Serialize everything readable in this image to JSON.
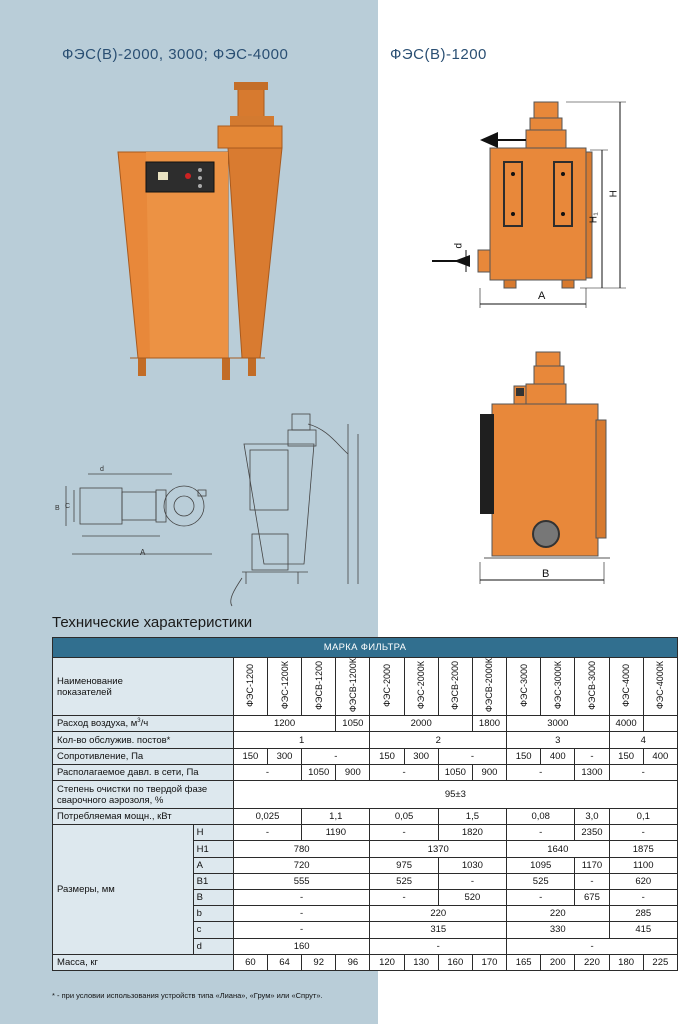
{
  "titles": {
    "left": "ФЭС(В)-2000, 3000; ФЭС-4000",
    "right": "ФЭС(В)-1200"
  },
  "drawing_labels": {
    "arrow_d": "d",
    "H": "H",
    "H1": "H₁",
    "A": "A",
    "B": "B",
    "sketch_B": "B",
    "sketch_C": "C",
    "sketch_A": "A",
    "sketch_d": "d"
  },
  "section_title": "Технические характеристики",
  "table": {
    "brand_header": "МАРКА ФИЛЬТРА",
    "param_header_line1": "Наименование",
    "param_header_line2": "показателей",
    "models": [
      "ФЭС-1200",
      "ФЭС-1200К",
      "ФЭСВ-1200",
      "ФЭСВ-1200К",
      "ФЭС-2000",
      "ФЭС-2000К",
      "ФЭСВ-2000",
      "ФЭСВ-2000К",
      "ФЭС-3000",
      "ФЭС-3000К",
      "ФЭСВ-3000",
      "ФЭС-4000",
      "ФЭС-4000К"
    ],
    "rows": {
      "air_flow": {
        "label": "Расход воздуха, м³/ч",
        "v1": "1200",
        "v2": "1050",
        "v3": "2000",
        "v4": "1800",
        "v5": "3000",
        "v6": "4000",
        "v7": ""
      },
      "posts": {
        "label": "Кол-во обслужив. постов*",
        "v1": "1",
        "v2": "2",
        "v3": "3",
        "v4": "4"
      },
      "resistance": {
        "label": "Сопротивление, Па",
        "v": [
          "150",
          "300",
          "-",
          "150",
          "300",
          "-",
          "150",
          "400",
          "-",
          "150",
          "400"
        ]
      },
      "pressure": {
        "label": "Располагаемое давл. в сети, Па",
        "v": [
          "-",
          "1050",
          "900",
          "-",
          "1050",
          "900",
          "-",
          "1300",
          "-"
        ]
      },
      "efficiency": {
        "label": "Степень очистки по твердой фазе сварочного аэрозоля, %",
        "v": "95±3"
      },
      "power": {
        "label": "Потребляемая мощн., кВт",
        "v": [
          "0,025",
          "1,1",
          "0,05",
          "1,5",
          "0,08",
          "3,0",
          "0,1"
        ]
      },
      "dims_label": "Размеры, мм",
      "dim_H": {
        "label": "H",
        "v": [
          "-",
          "1190",
          "-",
          "1820",
          "-",
          "2350",
          "-"
        ]
      },
      "dim_H1": {
        "label": "H1",
        "v": [
          "780",
          "1370",
          "1640",
          "1875"
        ]
      },
      "dim_A": {
        "label": "A",
        "v": [
          "720",
          "975",
          "1030",
          "1095",
          "1170",
          "1100"
        ]
      },
      "dim_B1": {
        "label": "B1",
        "v": [
          "555",
          "525",
          "-",
          "525",
          "-",
          "620"
        ]
      },
      "dim_B": {
        "label": "B",
        "v": [
          "-",
          "-",
          "520",
          "-",
          "675",
          "-"
        ]
      },
      "dim_b": {
        "label": "b",
        "v": [
          "-",
          "220",
          "220",
          "285"
        ]
      },
      "dim_c": {
        "label": "c",
        "v": [
          "-",
          "315",
          "330",
          "415"
        ]
      },
      "dim_d": {
        "label": "d",
        "v": [
          "160",
          "-",
          "-"
        ]
      },
      "mass": {
        "label": "Масса, кг",
        "v": [
          "60",
          "64",
          "92",
          "96",
          "120",
          "130",
          "160",
          "170",
          "165",
          "200",
          "220",
          "180",
          "225"
        ]
      }
    }
  },
  "footnote": "* - при условии использования устройств типа «Лиана», «Грум» или «Спрут».",
  "colors": {
    "left_bg": "#b9cdd8",
    "orange": "#e8883a",
    "header_blue": "#316f8f",
    "title_blue": "#2a4f73"
  }
}
